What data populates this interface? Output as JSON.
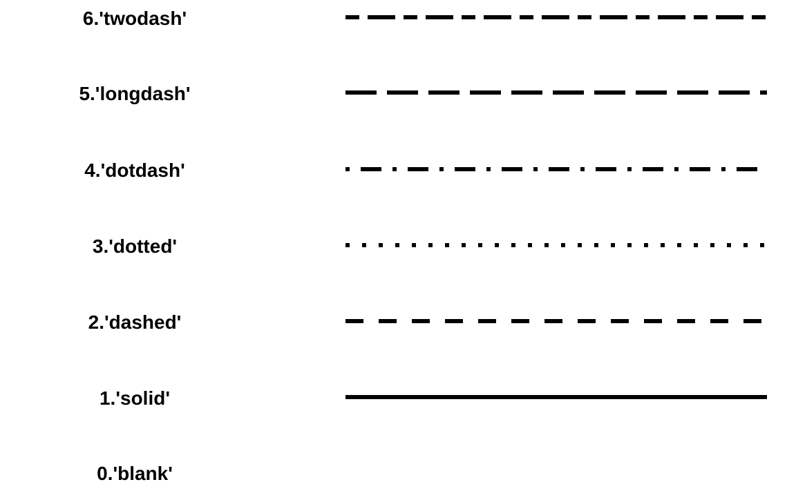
{
  "line_types": [
    {
      "label": "6.'twodash'",
      "style": "twodash"
    },
    {
      "label": "5.'longdash'",
      "style": "longdash"
    },
    {
      "label": "4.'dotdash'",
      "style": "dotdash"
    },
    {
      "label": "3.'dotted'",
      "style": "dotted"
    },
    {
      "label": "2.'dashed'",
      "style": "dashed"
    },
    {
      "label": "1.'solid'",
      "style": "solid"
    },
    {
      "label": "0.'blank'",
      "style": "blank"
    }
  ],
  "colors": {
    "line": "#000000",
    "text": "#000000",
    "background": "#ffffff"
  }
}
